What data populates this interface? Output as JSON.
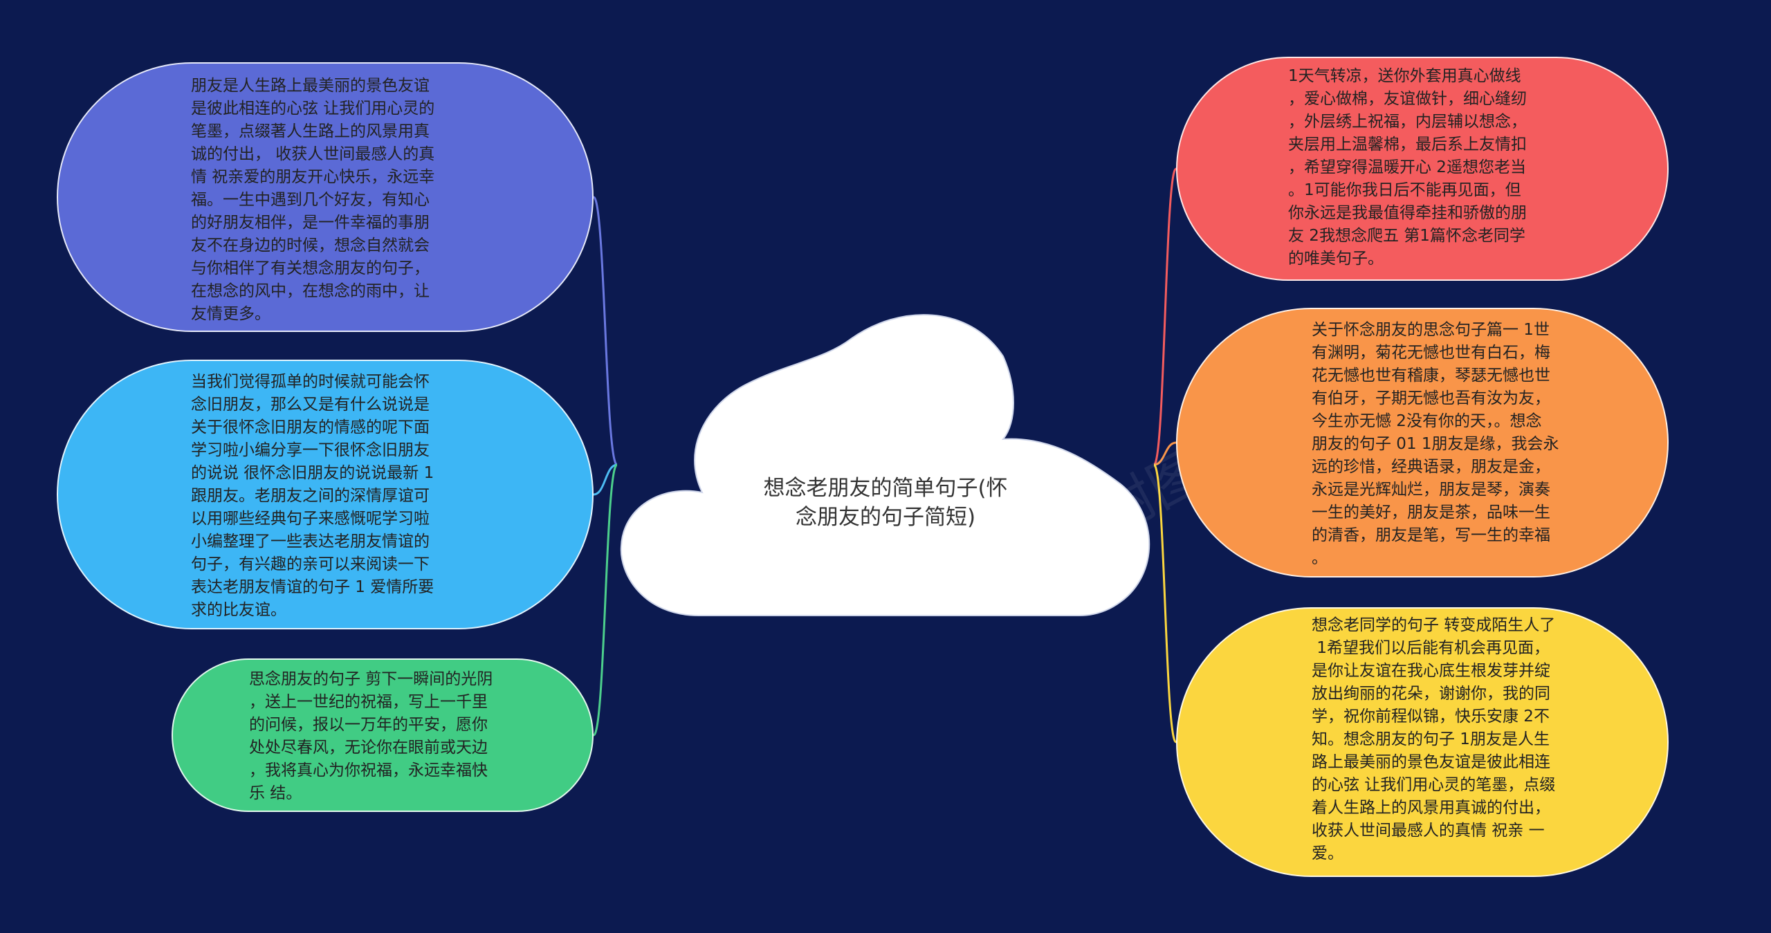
{
  "center": {
    "title": "想念老朋友的简单句子(怀\n念朋友的句子简短)"
  },
  "left_nodes": [
    {
      "color": "#5b6ad6",
      "text": "朋友是人生路上最美丽的景色友谊\n是彼此相连的心弦 让我们用心灵的\n笔墨，点缀著人生路上的风景用真\n诚的付出， 收获人世间最感人的真\n情 祝亲爱的朋友开心快乐，永远幸\n福。一生中遇到几个好友，有知心\n的好朋友相伴，是一件幸福的事朋\n友不在身边的时候，想念自然就会\n与你相伴了有关想念朋友的句子，\n在想念的风中，在想念的雨中，让\n友情更多。"
    },
    {
      "color": "#3db6f5",
      "text": "当我们觉得孤单的时候就可能会怀\n念旧朋友，那么又是有什么说说是\n关于很怀念旧朋友的情感的呢下面\n学习啦小编分享一下很怀念旧朋友\n的说说 很怀念旧朋友的说说最新 1\n跟朋友。老朋友之间的深情厚谊可\n以用哪些经典句子来感慨呢学习啦\n小编整理了一些表达老朋友情谊的\n句子，有兴趣的亲可以来阅读一下\n表达老朋友情谊的句子 1 爱情所要\n求的比友谊。"
    },
    {
      "color": "#41cc84",
      "text": "思念朋友的句子 剪下一瞬间的光阴\n，送上一世纪的祝福，写上一千里\n的问候，报以一万年的平安，愿你\n处处尽春风，无论你在眼前或天边\n，我将真心为你祝福，永远幸福快\n乐 结。"
    }
  ],
  "right_nodes": [
    {
      "color": "#f45c5e",
      "text": "1天气转凉，送你外套用真心做线\n，爱心做棉，友谊做针，细心缝纫\n，外层绣上祝福，内层辅以想念，\n夹层用上温馨棉，最后系上友情扣\n，希望穿得温暖开心 2遥想您老当\n。1可能你我日后不能再见面，但\n你永远是我最值得牵挂和骄傲的朋\n友 2我想念爬五 第1篇怀念老同学\n的唯美句子。"
    },
    {
      "color": "#f99549",
      "text": "关于怀念朋友的思念句子篇一 1世\n有渊明，菊花无憾也世有白石，梅\n花无憾也世有稽康，琴瑟无憾也世\n有伯牙，子期无憾也吾有汝为友，\n今生亦无憾 2没有你的天，。想念\n朋友的句子 01 1朋友是缘，我会永\n远的珍惜，经典语录，朋友是金，\n永远是光辉灿烂，朋友是琴，演奏\n一生的美好，朋友是茶，品味一生\n的清香，朋友是笔，写一生的幸福\n。"
    },
    {
      "color": "#fbd63f",
      "text": "想念老同学的句子 转变成陌生人了\n 1希望我们以后能有机会再见面，\n是你让友谊在我心底生根发芽并绽\n放出绚丽的花朵，谢谢你，我的同\n学，祝你前程似锦，快乐安康 2不\n知。想念朋友的句子 1朋友是人生\n路上最美丽的景色友谊是彼此相连\n的心弦 让我们用心灵的笔墨，点缀\n着人生路上的风景用真诚的付出，\n收获人世间最感人的真情 祝亲 一\n爱。"
    }
  ],
  "connectors": {
    "left_colors": [
      "#6a78e0",
      "#4dbcf2",
      "#4ccf8c"
    ],
    "right_colors": [
      "#f45c5e",
      "#f99549",
      "#fbd63f"
    ]
  },
  "watermark": "树图 shutu.cn"
}
